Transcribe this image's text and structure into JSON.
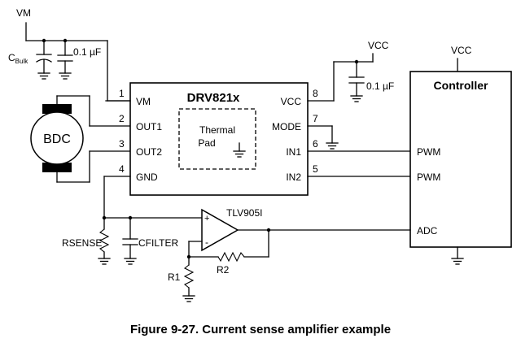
{
  "supply": {
    "vm": "VM",
    "vcc_left": "VCC",
    "vcc_right": "VCC"
  },
  "caps": {
    "cbulk_main": "C",
    "cbulk_sub": "Bulk",
    "c1": "0.1 µF",
    "c2": "0.1 µF",
    "cfilter": "CFILTER"
  },
  "motor": {
    "label": "BDC"
  },
  "driver": {
    "title": "DRV821x",
    "thermal_pad_line1": "Thermal",
    "thermal_pad_line2": "Pad",
    "left_pins": [
      {
        "num": "1",
        "name": "VM"
      },
      {
        "num": "2",
        "name": "OUT1"
      },
      {
        "num": "3",
        "name": "OUT2"
      },
      {
        "num": "4",
        "name": "GND"
      }
    ],
    "right_pins": [
      {
        "num": "8",
        "name": "VCC"
      },
      {
        "num": "7",
        "name": "MODE"
      },
      {
        "num": "6",
        "name": "IN1"
      },
      {
        "num": "5",
        "name": "IN2"
      }
    ]
  },
  "controller": {
    "title": "Controller",
    "pins": [
      "PWM",
      "PWM",
      "ADC"
    ]
  },
  "amplifier": {
    "name": "TLV905I",
    "plus": "+",
    "minus": "-"
  },
  "resistors": {
    "rsense": "RSENSE",
    "r1": "R1",
    "r2": "R2"
  },
  "caption": "Figure 9-27. Current sense amplifier example"
}
